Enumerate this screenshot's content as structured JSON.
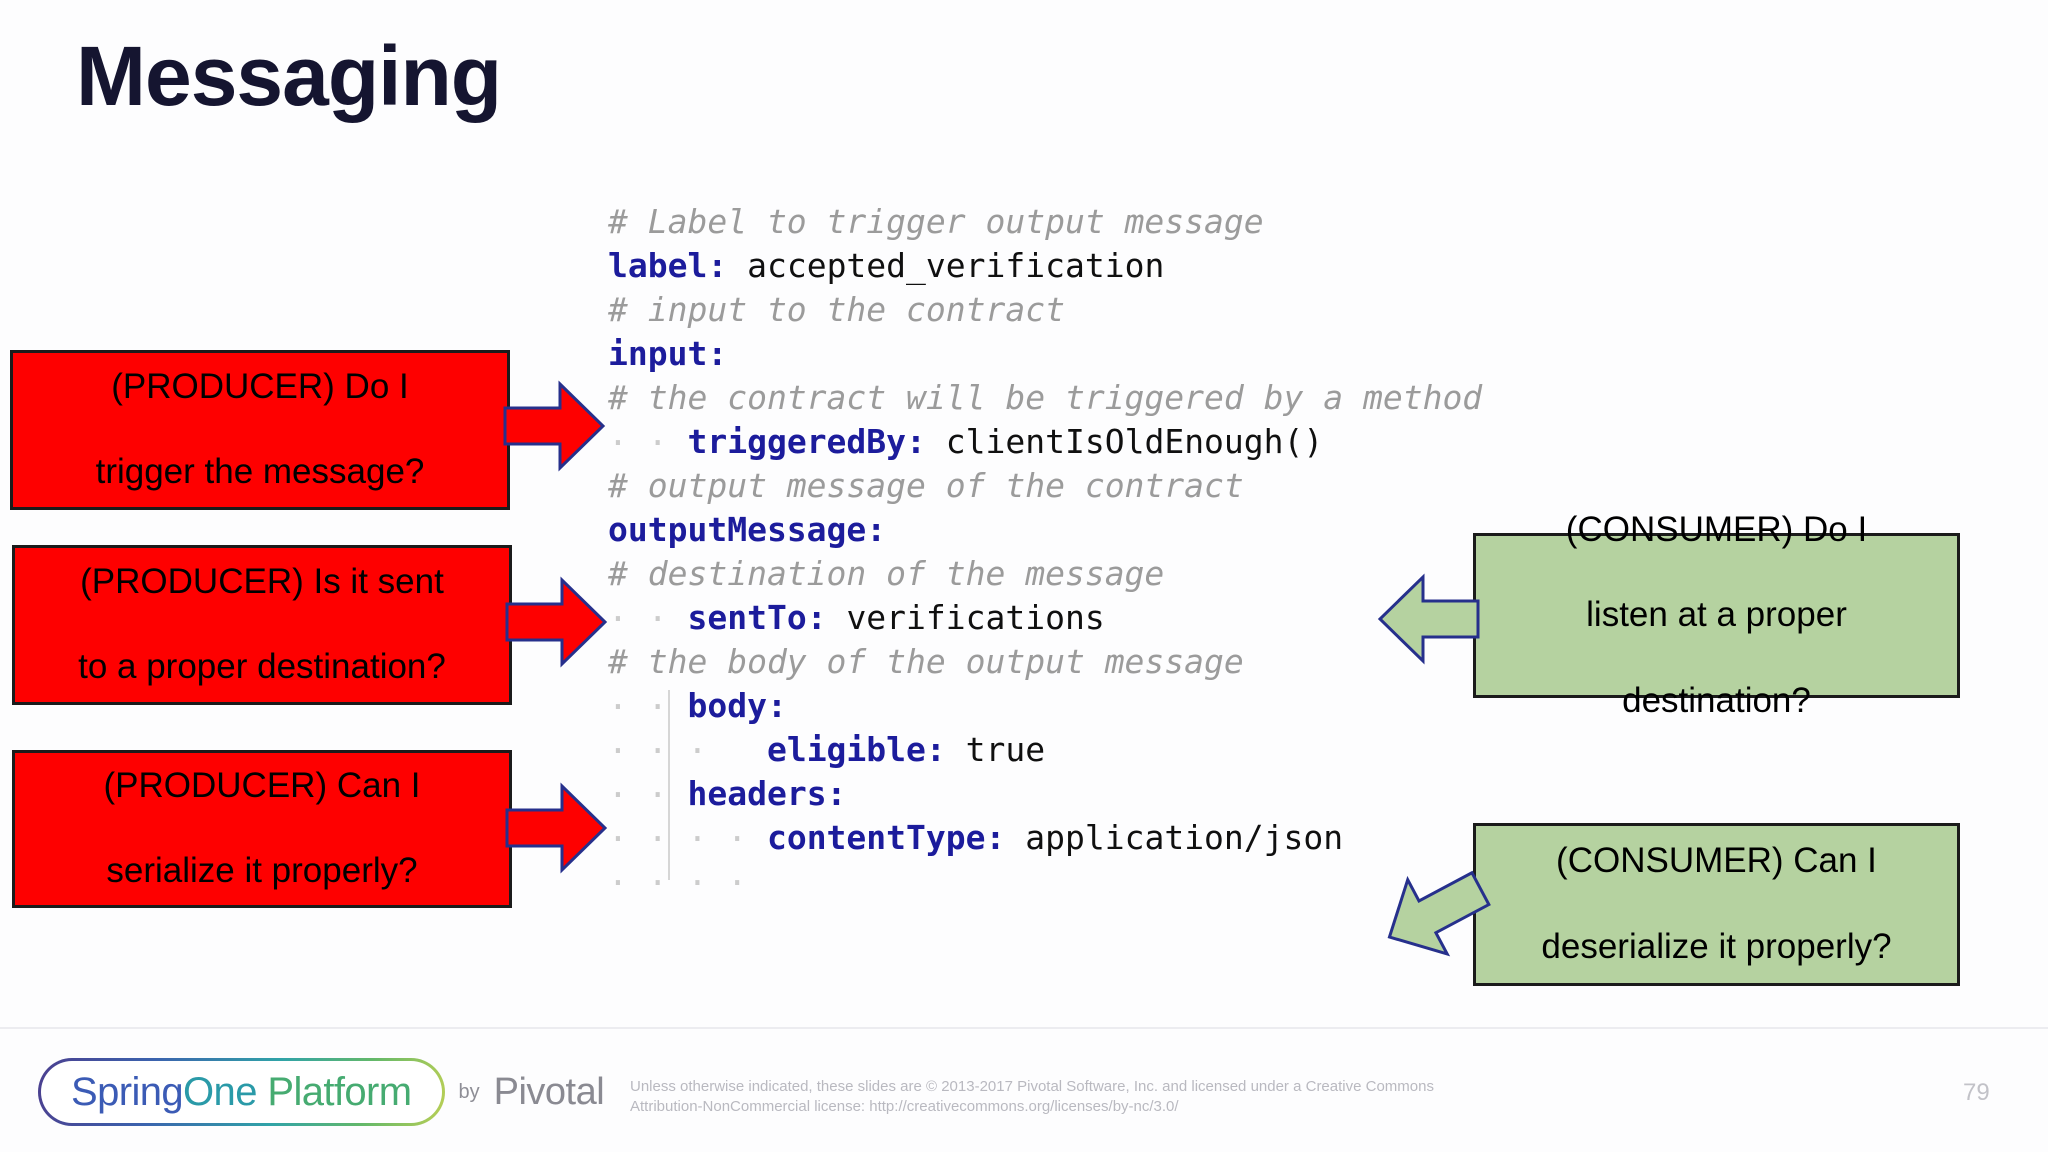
{
  "slide": {
    "title": "Messaging",
    "number": "79"
  },
  "code": {
    "language": "yaml",
    "lines": [
      {
        "type": "comment",
        "text": "# Label to trigger output message"
      },
      {
        "type": "entry",
        "indent": 0,
        "key": "label:",
        "value": "accepted_verification"
      },
      {
        "type": "comment",
        "text": "# input to the contract"
      },
      {
        "type": "entry",
        "indent": 0,
        "key": "input:",
        "value": ""
      },
      {
        "type": "comment",
        "text": "# the contract will be triggered by a method"
      },
      {
        "type": "entry",
        "indent": 1,
        "key": "triggeredBy:",
        "value": "clientIsOldEnough()"
      },
      {
        "type": "comment",
        "text": "# output message of the contract"
      },
      {
        "type": "entry",
        "indent": 0,
        "key": "outputMessage:",
        "value": ""
      },
      {
        "type": "comment",
        "text": "# destination of the message"
      },
      {
        "type": "entry",
        "indent": 1,
        "key": "sentTo:",
        "value": "verifications"
      },
      {
        "type": "comment",
        "text": "# the body of the output message"
      },
      {
        "type": "entry",
        "indent": 1,
        "key": "body:",
        "value": ""
      },
      {
        "type": "entry",
        "indent": 2,
        "key": "eligible:",
        "value": "true"
      },
      {
        "type": "entry",
        "indent": 1,
        "key": "headers:",
        "value": ""
      },
      {
        "type": "entry",
        "indent": 2,
        "key": "contentType:",
        "value": "application/json"
      }
    ]
  },
  "callouts": {
    "producer": [
      {
        "line1": "(PRODUCER) Do I",
        "line2": "trigger the message?"
      },
      {
        "line1": "(PRODUCER) Is it sent",
        "line2": "to a proper destination?"
      },
      {
        "line1": "(PRODUCER) Can I",
        "line2": "serialize it properly?"
      }
    ],
    "consumer": [
      {
        "line1": "(CONSUMER) Do I",
        "line2": "listen at a proper",
        "line3": "destination?"
      },
      {
        "line1": "(CONSUMER) Can I",
        "line2": "deserialize it properly?"
      }
    ]
  },
  "colors": {
    "producer_fill": "#fe0000",
    "consumer_fill": "#b5d2a0",
    "arrow_outline": "#26308c",
    "title": "#151530",
    "code_key": "#1c1c9c",
    "code_comment": "#9b9b9b",
    "code_value": "#101010"
  },
  "footer": {
    "logo_spring": "SpringOne",
    "logo_spring_part1": "Spring",
    "logo_spring_part2": "One",
    "logo_platform": "Platform",
    "logo_by": "by",
    "logo_pivotal": "Pivotal",
    "copyright_line1": "Unless otherwise indicated, these slides are © 2013-2017 Pivotal Software, Inc. and licensed under a Creative Commons",
    "copyright_line2": "Attribution-NonCommercial license: http://creativecommons.org/licenses/by-nc/3.0/"
  }
}
